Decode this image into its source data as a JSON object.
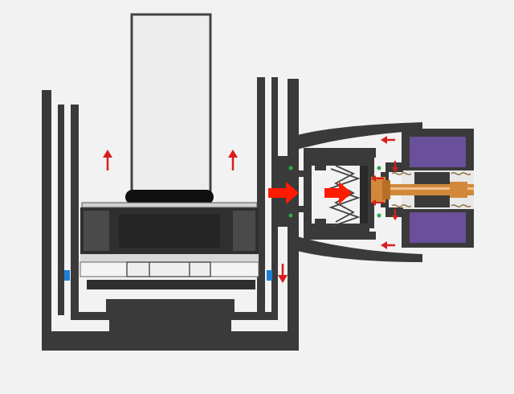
{
  "diagram": {
    "kind": "cross-section schematic",
    "colors": {
      "background": "#f2f2f2",
      "housing": "#3a3a3a",
      "piston": "#2f2f2f",
      "rod": "#ededed",
      "gasket": "#101010",
      "flow_arrow": "#ff1a00",
      "small_arrow": "#d91e1e",
      "coil": "#6a4f9a",
      "armature": "#d2883a",
      "seal_blue": "#1f7fd6",
      "seal_green": "#2ea84a"
    },
    "icons": [
      "flow-arrow-right",
      "arrow-up",
      "arrow-down",
      "arrow-left",
      "coil-spring"
    ]
  },
  "watermark": {
    "line1": "",
    "line2": ""
  }
}
